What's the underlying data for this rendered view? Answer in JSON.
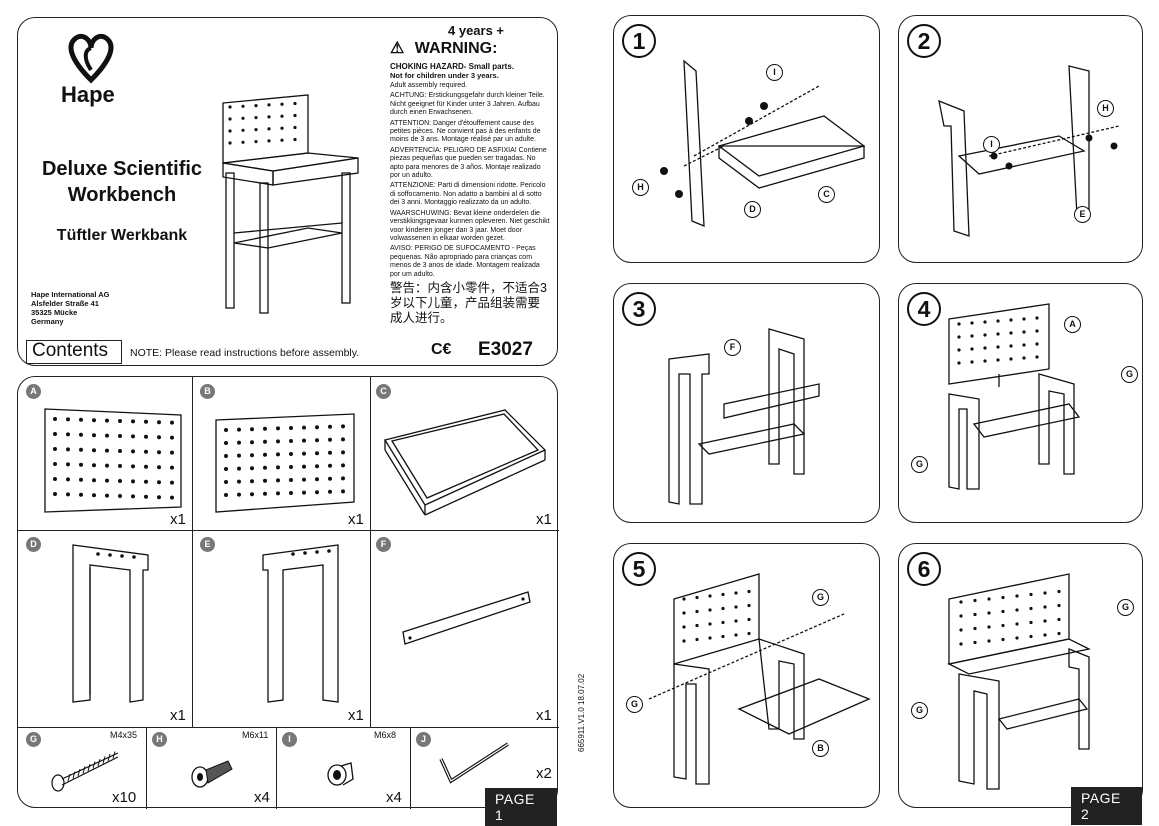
{
  "cover": {
    "brand": "Hape",
    "title_line1": "Deluxe Scientific",
    "title_line2": "Workbench",
    "subtitle": "Tüftler Werkbank",
    "address": [
      "Hape International AG",
      "Alsfelder Straße 41",
      "35325 Mücke",
      "Germany"
    ],
    "age": "4 years +",
    "warning": "WARNING:",
    "choking_line1": "CHOKING HAZARD- Small parts.",
    "choking_line2": "Not for children under 3 years.",
    "translations": [
      "Adult assembly required.",
      "ACHTUNG: Erstickungsgefahr durch kleiner Teile. Nicht geeignet für Kinder unter 3 Jahren. Aufbau durch einen Erwachsenen.",
      "ATTENTION: Danger d'étouffement cause des petites pièces. Ne convient pas à des enfants de moins de 3 ans. Montage réalisé par un adulte.",
      "ADVERTENCIA: PELIGRO DE ASFIXIA! Contiene piezas pequeñas que pueden ser tragadas. No apto para menores de 3 años. Montaje realizado por un adulto.",
      "ATTENZIONE: Parti di dimensioni ridotte. Pericolo di soffocamento. Non adatto a bambini al di sotto dei 3 anni. Montaggio realizzato da un adulto.",
      "WAARSCHUWING: Bevat kleine onderdelen die verstikkingsgevaar kunnen opleveren. Niet geschikt voor kinderen jonger dan 3 jaar. Moet door volwassenen in elkaar worden gezet.",
      "AVISO: PERIGO DE SUFOCAMENTO - Peças pequenas. Não apropriado para crianças com menos de 3 anos de idade. Montagem realizada por um adulto."
    ],
    "chinese": "警告：内含小零件，不适合3岁以下儿童，产品组装需要成人进行。",
    "contents": "Contents",
    "note": "NOTE: Please read instructions before assembly.",
    "ce": "C€",
    "code": "E3027"
  },
  "parts": [
    {
      "letter": "A",
      "qty": "x1",
      "spec": ""
    },
    {
      "letter": "B",
      "qty": "x1",
      "spec": ""
    },
    {
      "letter": "C",
      "qty": "x1",
      "spec": ""
    },
    {
      "letter": "D",
      "qty": "x1",
      "spec": ""
    },
    {
      "letter": "E",
      "qty": "x1",
      "spec": ""
    },
    {
      "letter": "F",
      "qty": "x1",
      "spec": ""
    },
    {
      "letter": "G",
      "qty": "x10",
      "spec": "M4x35"
    },
    {
      "letter": "H",
      "qty": "x4",
      "spec": "M6x11"
    },
    {
      "letter": "I",
      "qty": "x4",
      "spec": "M6x8"
    },
    {
      "letter": "J",
      "qty": "x2",
      "spec": ""
    }
  ],
  "page1": "PAGE 1",
  "page2": "PAGE 2",
  "version": "665911.V1.0 18.07.02",
  "steps": [
    {
      "num": "1",
      "labels": [
        "I",
        "H",
        "D",
        "C"
      ]
    },
    {
      "num": "2",
      "labels": [
        "H",
        "I",
        "E"
      ]
    },
    {
      "num": "3",
      "labels": [
        "F"
      ]
    },
    {
      "num": "4",
      "labels": [
        "A",
        "G",
        "G"
      ]
    },
    {
      "num": "5",
      "labels": [
        "G",
        "G",
        "B"
      ]
    },
    {
      "num": "6",
      "labels": [
        "G",
        "G"
      ]
    }
  ],
  "colors": {
    "ink": "#111111",
    "badge": "#777777",
    "page_bar": "#222222"
  }
}
